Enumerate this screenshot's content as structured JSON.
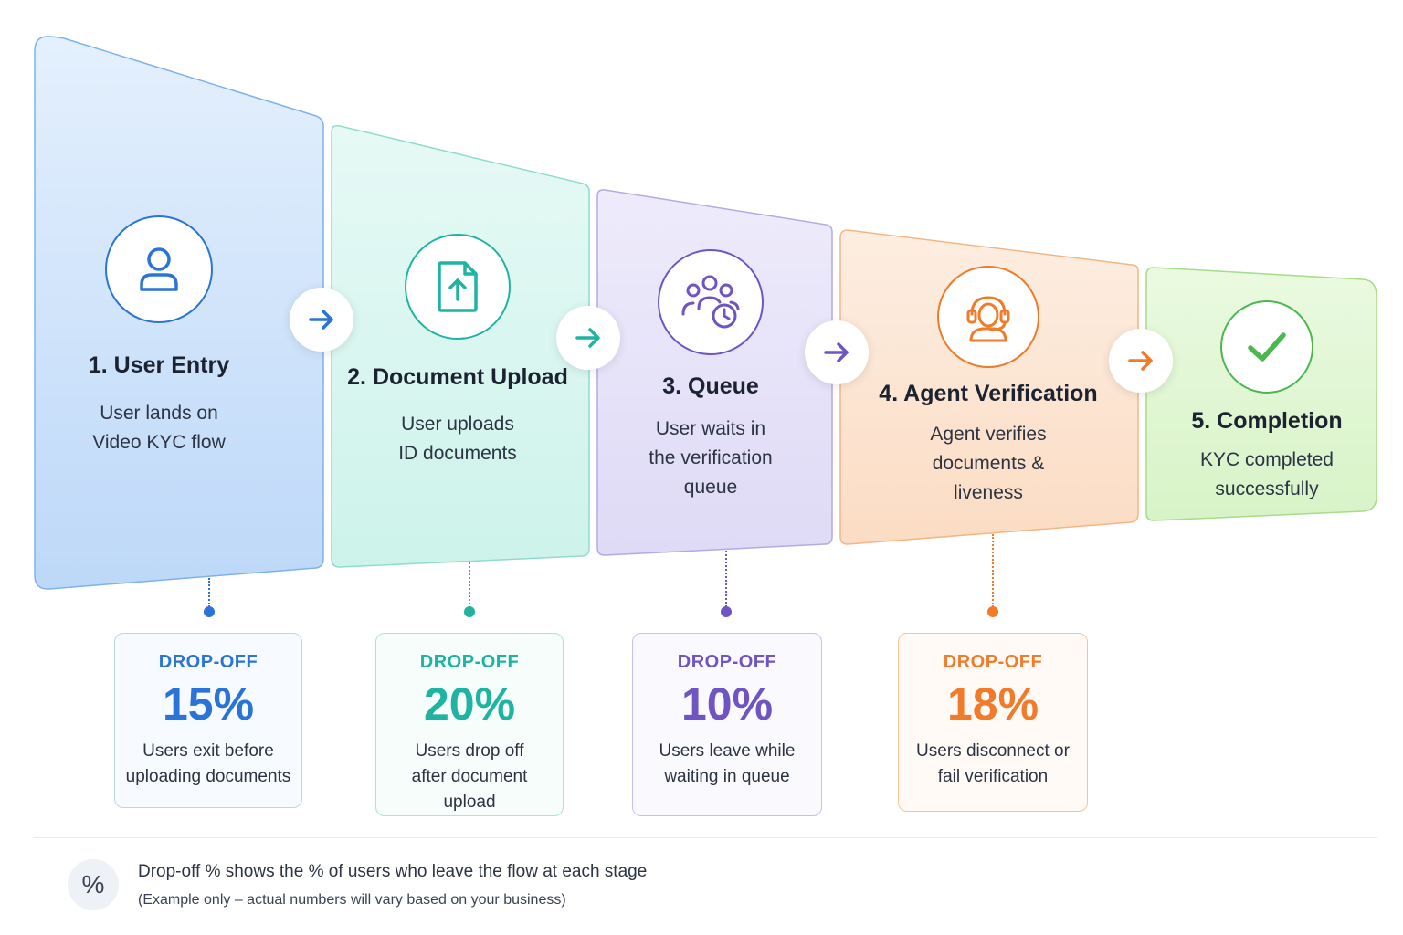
{
  "colors": {
    "blue": "#2a74d8",
    "teal": "#1fb3a2",
    "purple": "#6f54c4",
    "orange": "#ef7b2b",
    "green": "#4bb84f"
  },
  "stages": [
    {
      "number_title": "1. User Entry",
      "description": "User lands on\nVideo KYC flow",
      "icon": "user-icon"
    },
    {
      "number_title": "2. Document Upload",
      "description": "User uploads\nID documents",
      "icon": "document-upload-icon"
    },
    {
      "number_title": "3. Queue",
      "description": "User waits in\nthe verification\nqueue",
      "icon": "users-clock-icon"
    },
    {
      "number_title": "4. Agent Verification",
      "description": "Agent verifies\ndocuments &\nliveness",
      "icon": "headset-agent-icon"
    },
    {
      "number_title": "5. Completion",
      "description": "KYC completed\nsuccessfully",
      "icon": "checkmark-icon"
    }
  ],
  "dropoffs": [
    {
      "label": "DROP-OFF",
      "value": "15%",
      "description": "Users exit before\nuploading documents"
    },
    {
      "label": "DROP-OFF",
      "value": "20%",
      "description": "Users drop off\nafter document\nupload"
    },
    {
      "label": "DROP-OFF",
      "value": "10%",
      "description": "Users leave while\nwaiting in queue"
    },
    {
      "label": "DROP-OFF",
      "value": "18%",
      "description": "Users disconnect or\nfail verification"
    }
  ],
  "footer": {
    "icon_glyph": "%",
    "main_text": "Drop-off % shows the % of users who leave the flow at each stage",
    "sub_text": "(Example only – actual numbers will vary based on your business)"
  }
}
